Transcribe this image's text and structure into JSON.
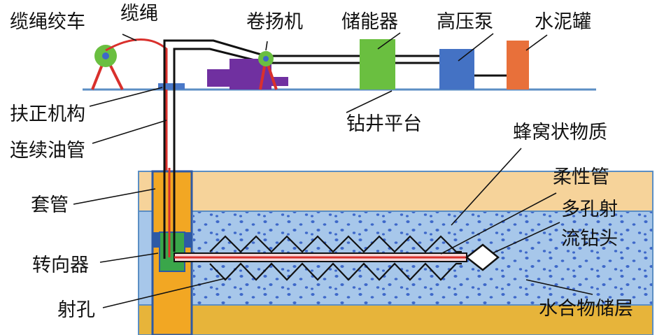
{
  "labels": {
    "cable_winch": "缆绳绞车",
    "cable": "缆绳",
    "hoist": "卷扬机",
    "accumulator": "储能器",
    "hp_pump": "高压泵",
    "cement_tank": "水泥罐",
    "centralizer": "扶正机构",
    "drill_platform": "钻井平台",
    "coiled_tubing": "连续油管",
    "honeycomb": "蜂窝状物质",
    "casing": "套管",
    "flexible_pipe": "柔性管",
    "jet_bit_line1": "多孔射",
    "jet_bit_line2": "流钻头",
    "diverter": "转向器",
    "perforation": "射孔",
    "hydrate_reservoir": "水合物储层"
  },
  "colors": {
    "platform": "#5b8ec4",
    "winch": "#6abf40",
    "cable": "#d9302c",
    "hoist_body": "#7030a0",
    "accumulator": "#6abf40",
    "pump": "#4472c4",
    "tank": "#e8703a",
    "overburden": "#f6d39a",
    "reservoir": "#a7c7ea",
    "underburden": "#e7b43a",
    "casing": "#f2a723",
    "diverter": "#3aa64a"
  }
}
